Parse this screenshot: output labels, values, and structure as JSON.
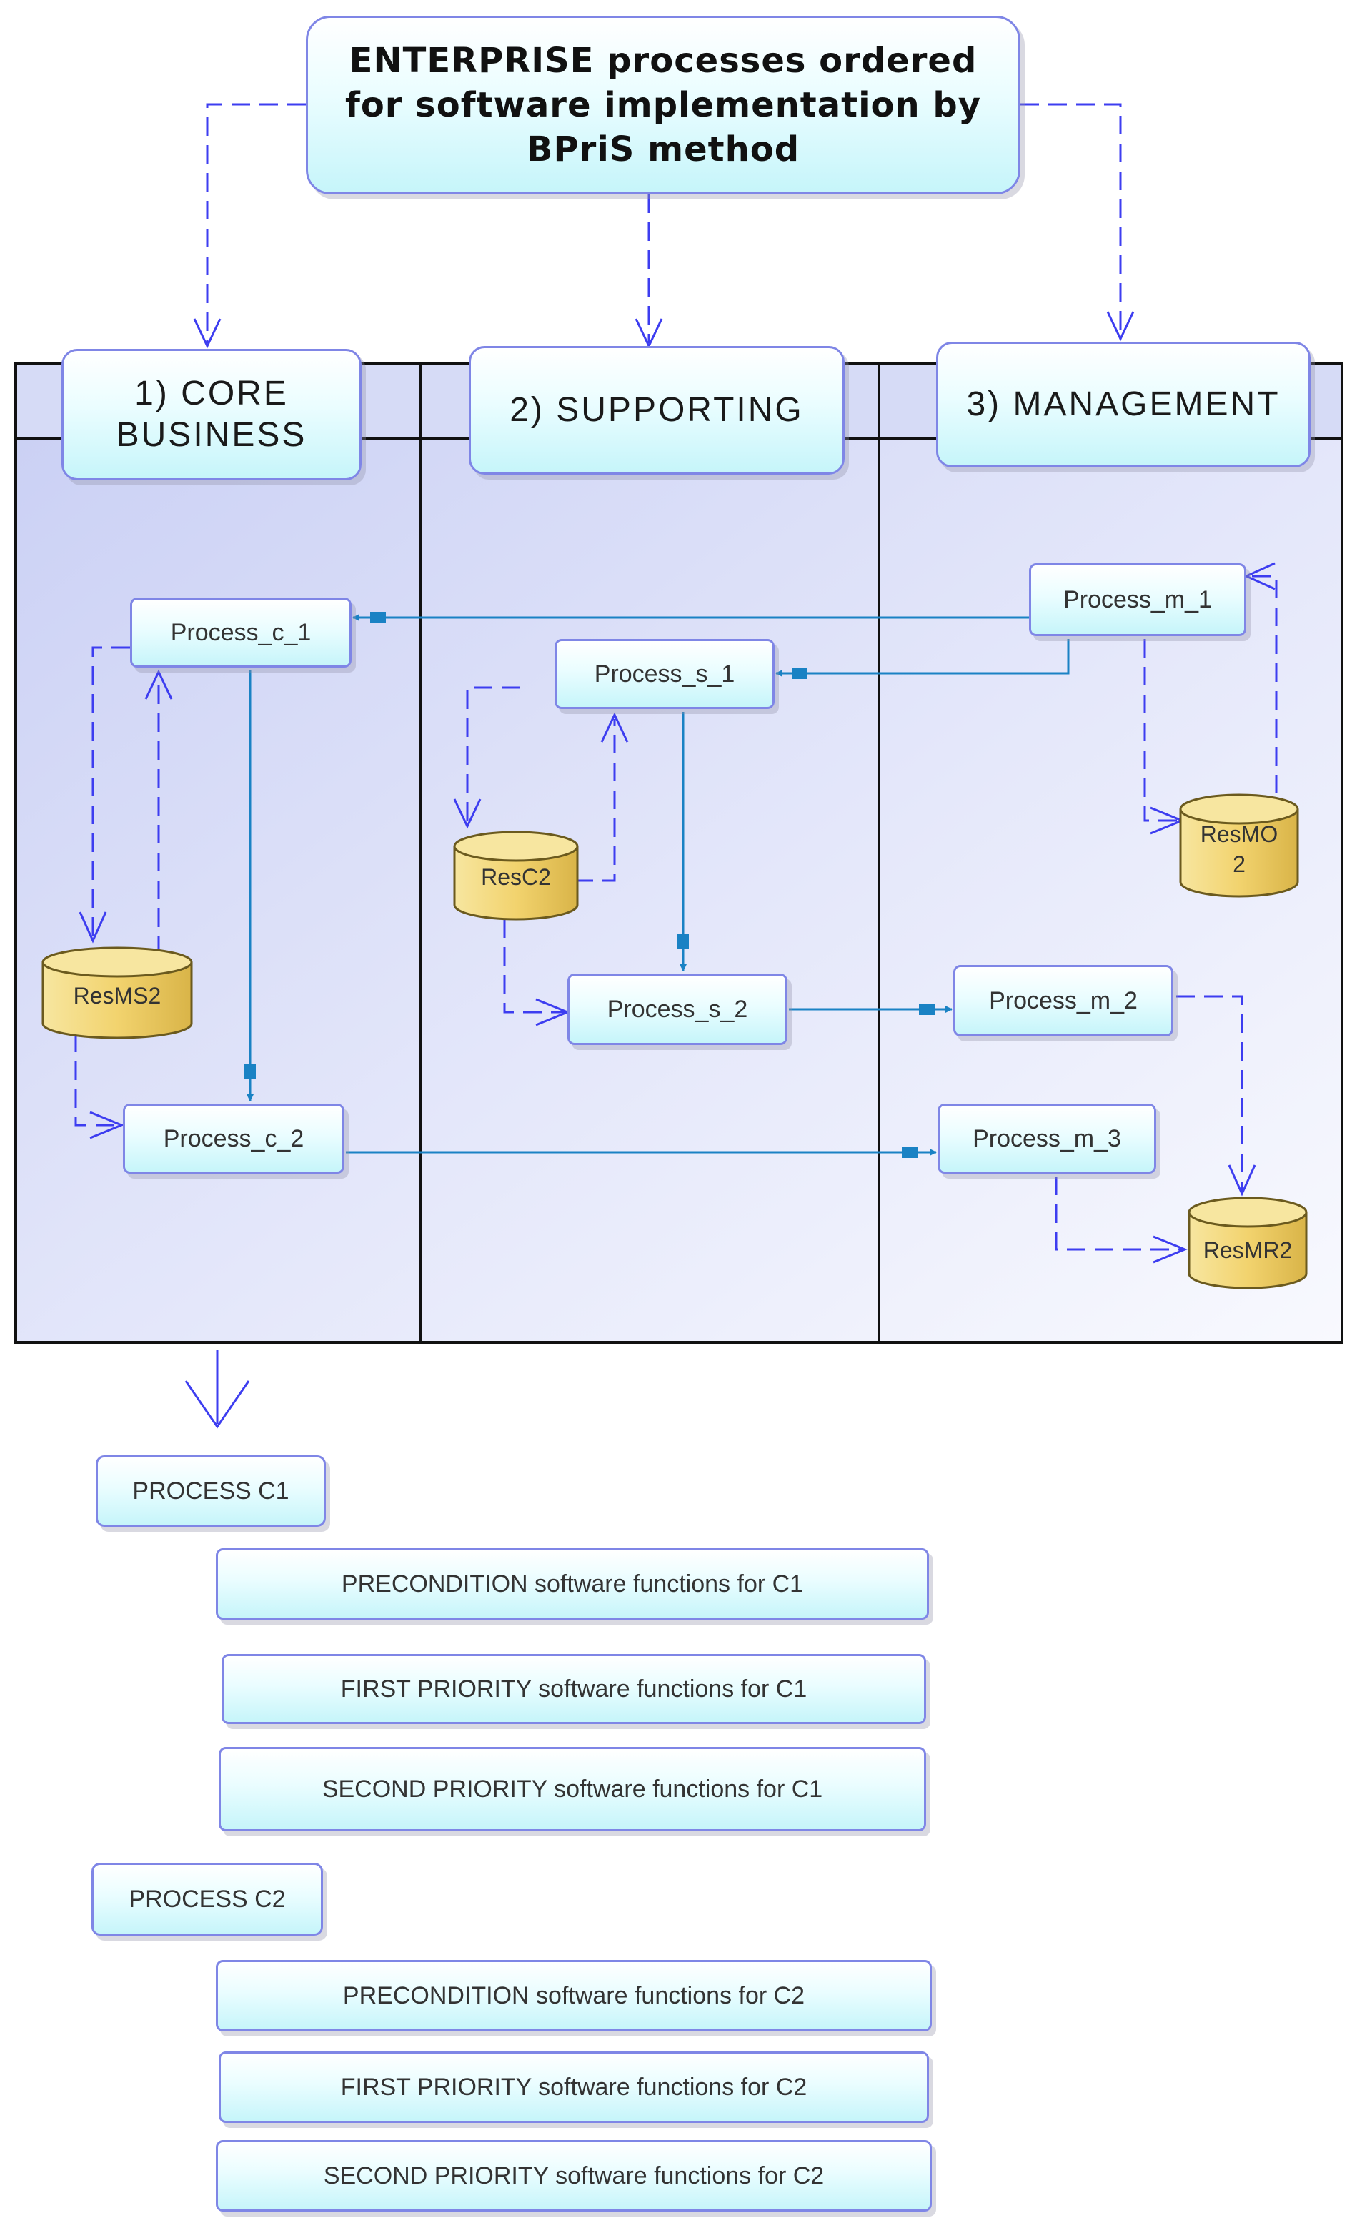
{
  "title": "ENTERPRISE processes ordered\nfor software implementation by\nBPriS method",
  "lanes": [
    {
      "label": "1) CORE\nBUSINESS"
    },
    {
      "label": "2) SUPPORTING"
    },
    {
      "label": "3) MANAGEMENT"
    }
  ],
  "processes": {
    "c1": "Process_c_1",
    "c2": "Process_c_2",
    "s1": "Process_s_1",
    "s2": "Process_s_2",
    "m1": "Process_m_1",
    "m2": "Process_m_2",
    "m3": "Process_m_3"
  },
  "resources": {
    "resms2": "ResMS2",
    "resc2": "ResC2",
    "resmo2_line1": "ResMO",
    "resmo2_line2": "2",
    "resmr2": "ResMR2"
  },
  "priority_list": {
    "process_c1": "PROCESS C1",
    "c1_items": [
      "PRECONDITION software functions for C1",
      "FIRST PRIORITY software functions for C1",
      "SECOND PRIORITY software functions for C1"
    ],
    "process_c2": "PROCESS C2",
    "c2_items": [
      "PRECONDITION software functions for C2",
      "FIRST PRIORITY software functions for C2",
      "SECOND PRIORITY software functions for C2"
    ]
  },
  "colors": {
    "box_border": "#7f86e6",
    "connector_dashed": "#3d3df0",
    "connector_solid": "#1a82c4",
    "resource_fill": "#f3d97c",
    "lane_fill": "#dde1f8"
  }
}
